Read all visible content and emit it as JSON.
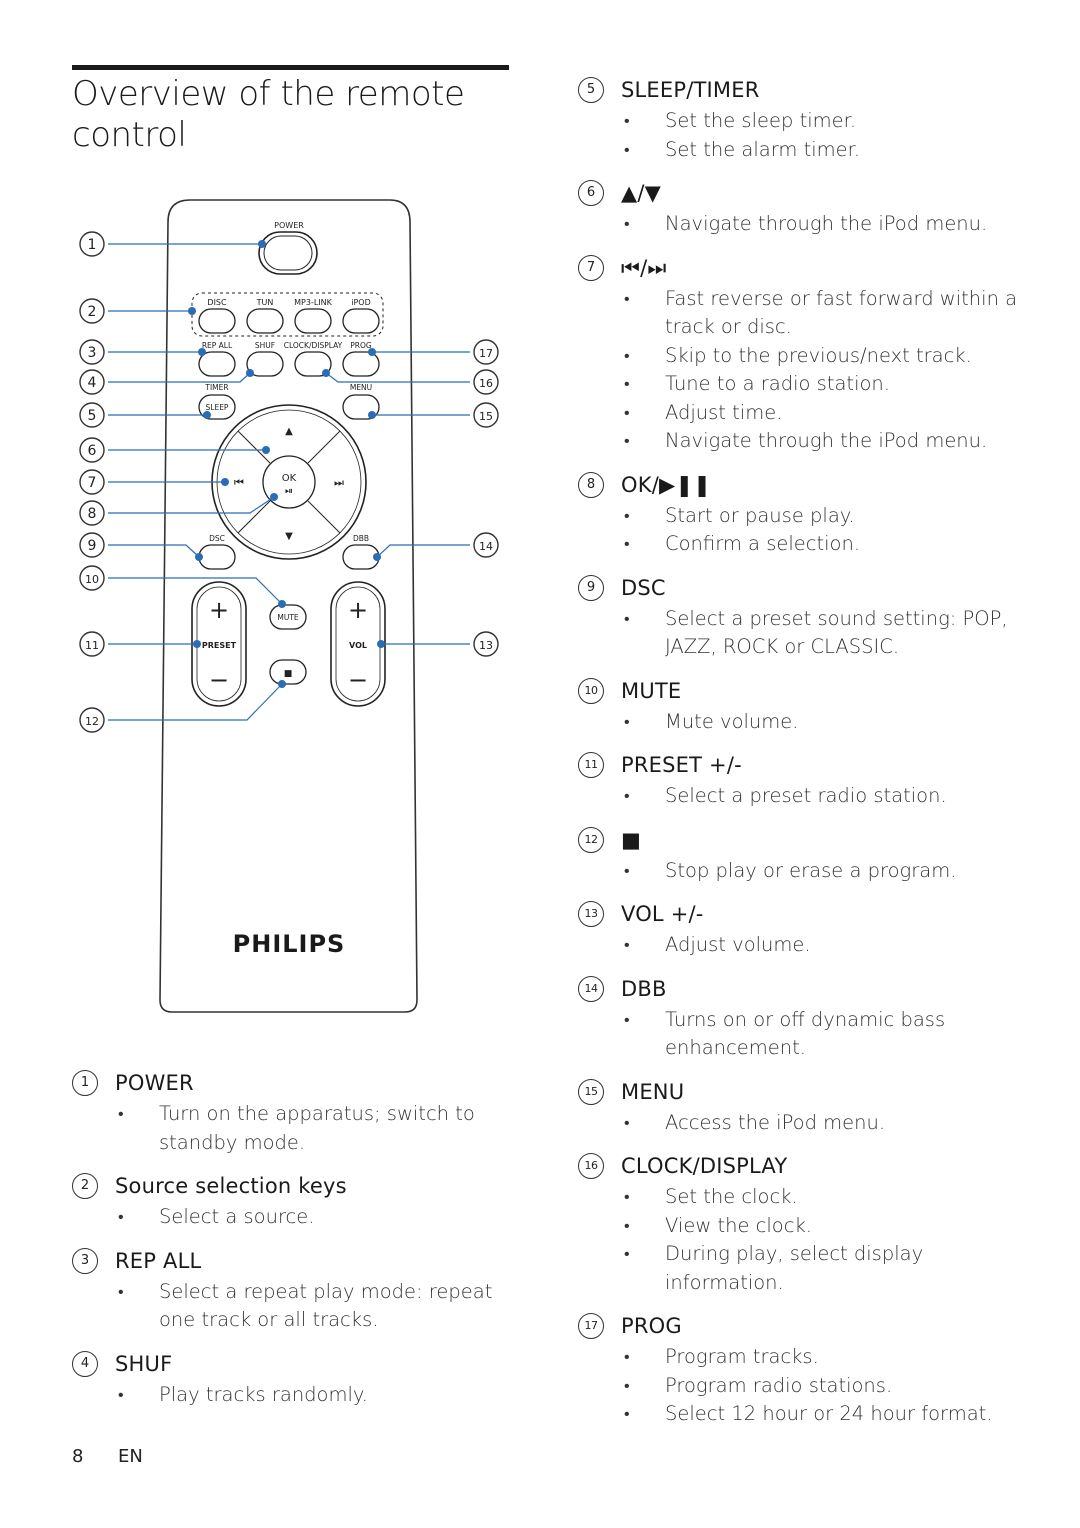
{
  "page": {
    "title": "Overview of the remote control",
    "page_number": "8",
    "language": "EN"
  },
  "remote": {
    "brand": "PHILIPS",
    "labels": {
      "power": "POWER",
      "disc": "DISC",
      "tun": "TUN",
      "mp3link": "MP3-LINK",
      "ipod": "iPOD",
      "repall": "REP ALL",
      "shuf": "SHUF",
      "clockdisplay": "CLOCK/DISPLAY",
      "prog": "PROG",
      "timer": "TIMER",
      "sleep": "SLEEP",
      "menu": "MENU",
      "ok": "OK",
      "dsc": "DSC",
      "dbb": "DBB",
      "mute": "MUTE",
      "preset": "PRESET",
      "vol": "VOL",
      "plus": "+",
      "minus": "−",
      "up": "▲",
      "down": "▼",
      "prev": "⏮",
      "next": "⏭",
      "playpause": "⏯",
      "stop": "■"
    },
    "callouts_left": [
      "1",
      "2",
      "3",
      "4",
      "5",
      "6",
      "7",
      "8",
      "9",
      "10",
      "11",
      "12"
    ],
    "callouts_right": [
      "17",
      "16",
      "15",
      "14",
      "13"
    ]
  },
  "entries_left": [
    {
      "num": "1",
      "label": "POWER",
      "items": [
        "Turn on the apparatus; switch to standby mode."
      ]
    },
    {
      "num": "2",
      "label": "Source selection keys",
      "items": [
        "Select a source."
      ]
    },
    {
      "num": "3",
      "label": "REP ALL",
      "items": [
        "Select a repeat play mode: repeat one track or all tracks."
      ]
    },
    {
      "num": "4",
      "label": "SHUF",
      "items": [
        "Play tracks randomly."
      ]
    }
  ],
  "entries_right": [
    {
      "num": "5",
      "label": "SLEEP/TIMER",
      "items": [
        "Set the sleep timer.",
        "Set the alarm timer."
      ]
    },
    {
      "num": "6",
      "label": "▲/▼",
      "items": [
        "Navigate through the iPod menu."
      ]
    },
    {
      "num": "7",
      "label": "⏮/⏭",
      "items": [
        "Fast reverse or fast forward within a track or disc.",
        "Skip to the previous/next track.",
        "Tune to a radio station.",
        "Adjust time.",
        "Navigate through the iPod menu."
      ]
    },
    {
      "num": "8",
      "label": "OK/▶❚❚",
      "items": [
        "Start or pause play.",
        "Confirm a selection."
      ]
    },
    {
      "num": "9",
      "label": "DSC",
      "items": [
        "Select a preset sound setting: POP, JAZZ, ROCK or CLASSIC."
      ]
    },
    {
      "num": "10",
      "label": "MUTE",
      "items": [
        "Mute volume."
      ]
    },
    {
      "num": "11",
      "label": "PRESET +/-",
      "items": [
        "Select a preset radio station."
      ]
    },
    {
      "num": "12",
      "label": "■",
      "items": [
        "Stop play or erase a program."
      ]
    },
    {
      "num": "13",
      "label": "VOL +/-",
      "items": [
        "Adjust volume."
      ]
    },
    {
      "num": "14",
      "label": "DBB",
      "items": [
        "Turns on or off dynamic bass enhancement."
      ]
    },
    {
      "num": "15",
      "label": "MENU",
      "items": [
        "Access the iPod menu."
      ]
    },
    {
      "num": "16",
      "label": "CLOCK/DISPLAY",
      "items": [
        "Set the clock.",
        "View the clock.",
        "During play, select display information."
      ]
    },
    {
      "num": "17",
      "label": "PROG",
      "items": [
        "Program tracks.",
        "Program radio stations.",
        "Select 12 hour or 24 hour format."
      ]
    }
  ]
}
